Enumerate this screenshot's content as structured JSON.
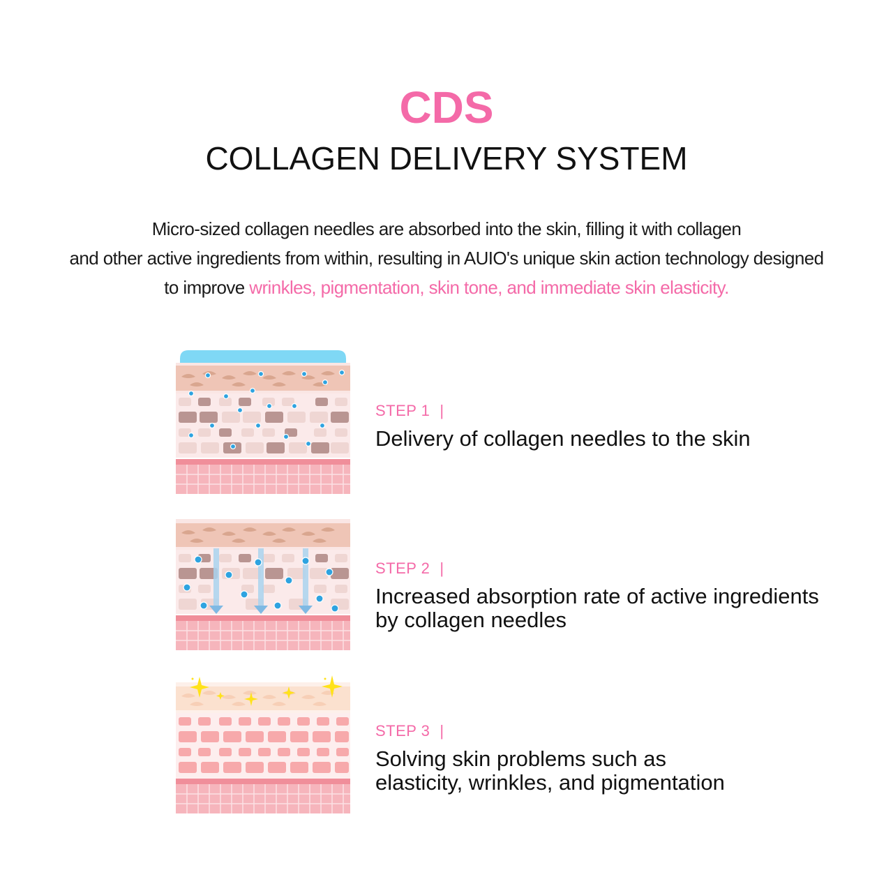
{
  "header": {
    "title": "CDS",
    "subtitle": "COLLAGEN DELIVERY SYSTEM"
  },
  "intro": {
    "line1": "Micro-sized collagen needles are absorbed into the skin, filling it with collagen",
    "line2": "and other active ingredients from within, resulting in AUIO's unique skin action technology designed",
    "line3_prefix": "to improve ",
    "line3_highlight": "wrinkles, pigmentation, skin tone, and immediate skin elasticity."
  },
  "steps": [
    {
      "label": "STEP 1",
      "separator": "|",
      "desc_line1": "Delivery of collagen needles to the skin",
      "desc_line2": ""
    },
    {
      "label": "STEP 2",
      "separator": "|",
      "desc_line1": "Increased absorption rate of active ingredients",
      "desc_line2": "by collagen needles"
    },
    {
      "label": "STEP 3",
      "separator": "|",
      "desc_line1": "Solving skin problems such as",
      "desc_line2": "elasticity, wrinkles, and pigmentation"
    }
  ],
  "colors": {
    "accent": "#f46aa8",
    "text": "#111111",
    "collagen_layer": "#7fd8f5",
    "needle_dot": "#2ea3e0"
  }
}
